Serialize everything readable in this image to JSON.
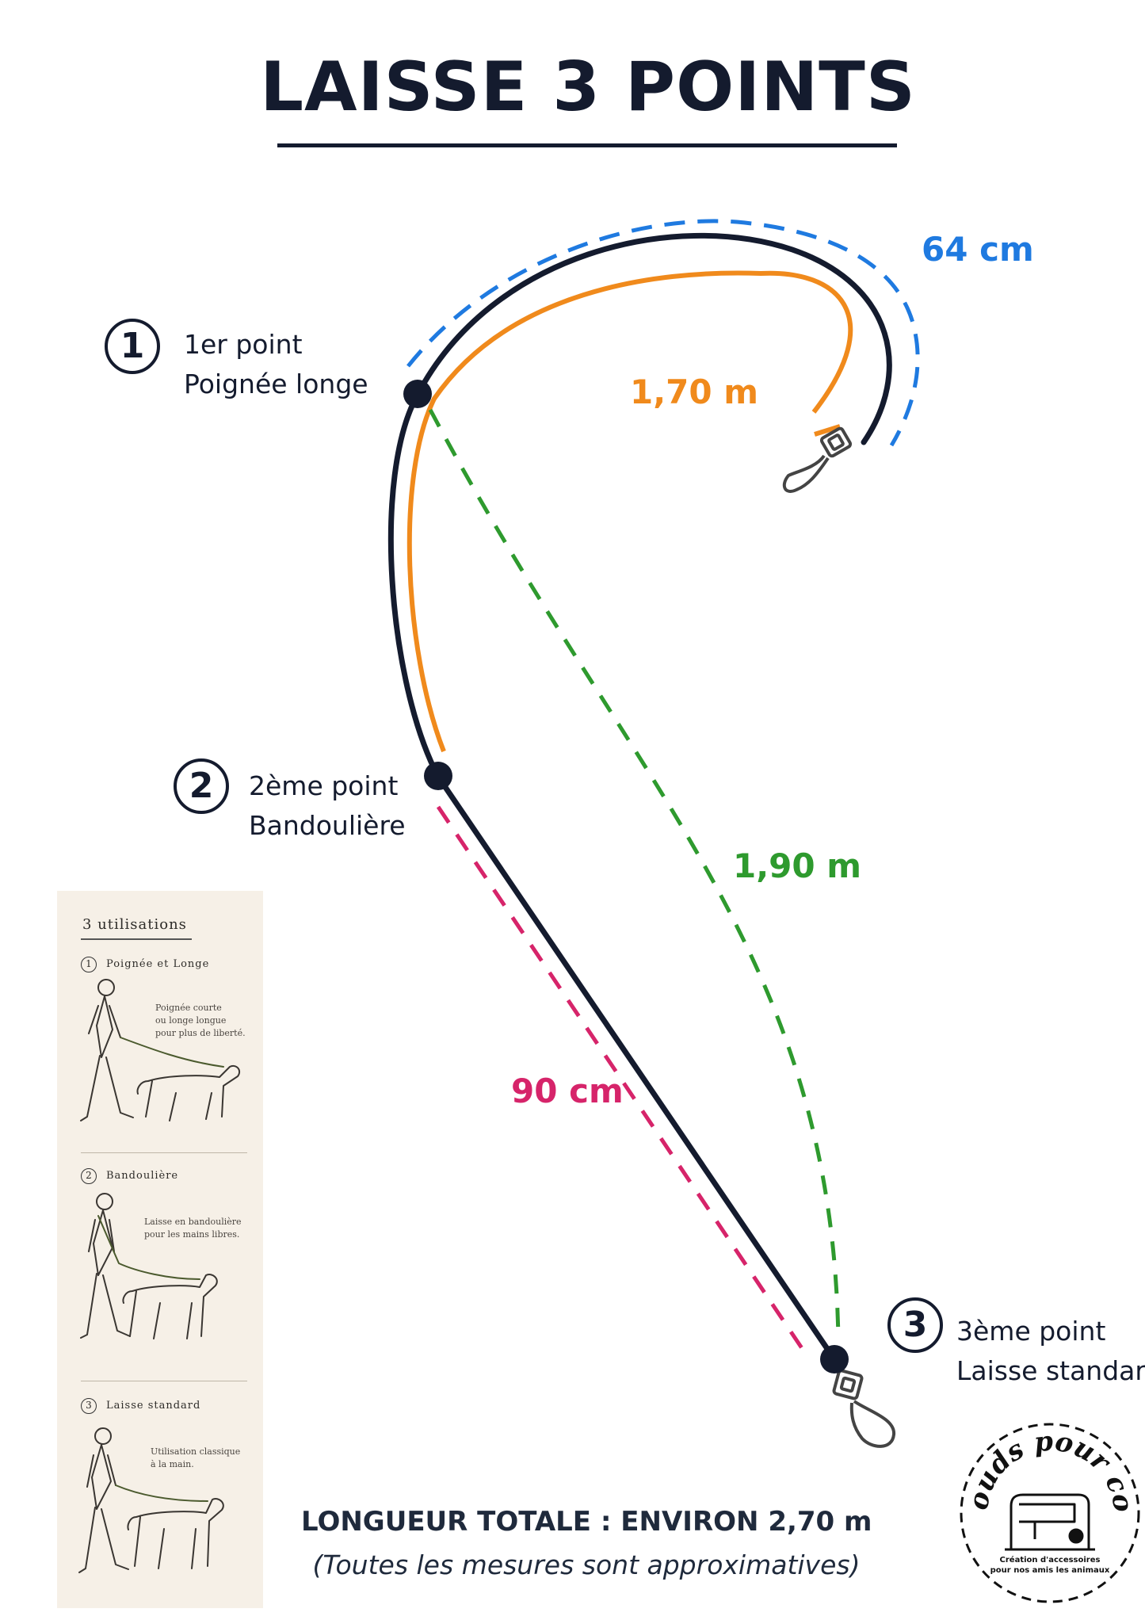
{
  "title": "LAISSE 3 POINTS",
  "points": [
    {
      "number": "1",
      "name": "1er point",
      "function": "Poignée longe"
    },
    {
      "number": "2",
      "name": "2ème point",
      "function": "Bandoulière"
    },
    {
      "number": "3",
      "name": "3ème point",
      "function": "Laisse standard"
    }
  ],
  "measures": {
    "handle_loop": "64 cm",
    "point1_to_point2": "1,70 m",
    "point1_to_point3": "1,90 m",
    "point2_to_point3": "90 cm"
  },
  "colors": {
    "leash": "#141b2e",
    "handle_loop": "#1f7ae0",
    "point1_to_point2": "#f08a1c",
    "point1_to_point3": "#2e9a2e",
    "point2_to_point3": "#d6246a"
  },
  "footer": {
    "total": "LONGUEUR TOTALE : ENVIRON 2,70 m",
    "note": "(Toutes les mesures sont approximatives)"
  },
  "inset": {
    "title": "3 utilisations",
    "sections": [
      {
        "number": "1",
        "title": "Poignée et Longe",
        "description": [
          "Poignée courte",
          "ou longe longue",
          "pour plus de liberté."
        ]
      },
      {
        "number": "2",
        "title": "Bandoulière",
        "description": [
          "Laisse en bandoulière",
          "pour les mains libres."
        ]
      },
      {
        "number": "3",
        "title": "Laisse standard",
        "description": [
          "Utilisation classique",
          "à la main."
        ]
      }
    ]
  },
  "logo": {
    "name": "Couds pour cou",
    "icon": "sewing-machine-icon",
    "tagline": [
      "Création d'accessoires",
      "pour nos amis les animaux"
    ]
  }
}
